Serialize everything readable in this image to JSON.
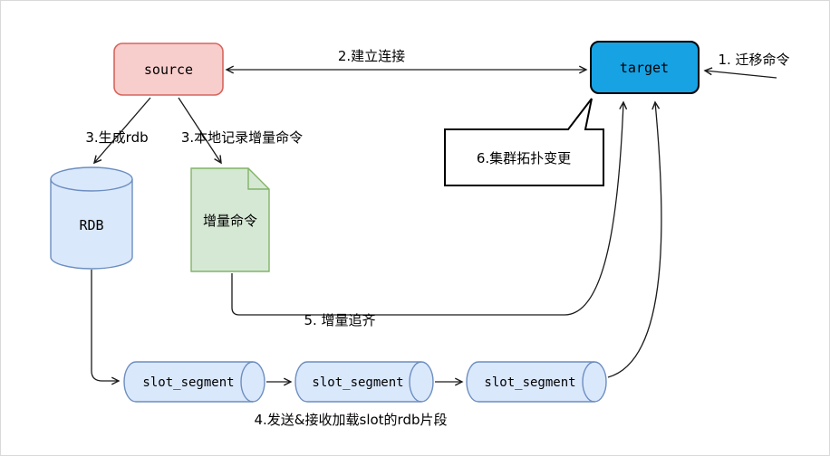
{
  "colors": {
    "source_fill": "#f8cecc",
    "source_stroke": "#d6655e",
    "target_fill": "#17a2e3",
    "target_stroke": "#000000",
    "cylinder_fill": "#dae8fc",
    "cylinder_stroke": "#6c8ebf",
    "document_fill": "#d5e8d4",
    "document_stroke": "#82b366",
    "callout_fill": "#ffffff",
    "callout_stroke": "#000000",
    "line": "#1a1a1a"
  },
  "nodes": {
    "source": {
      "label": "source"
    },
    "target": {
      "label": "target"
    },
    "rdb": {
      "label": "RDB"
    },
    "incremental_doc": {
      "label": "增量命令"
    },
    "callout": {
      "label": "6.集群拓扑变更"
    },
    "slots": [
      {
        "label": "slot_segment"
      },
      {
        "label": "slot_segment"
      },
      {
        "label": "slot_segment"
      }
    ]
  },
  "labels": {
    "step1": "1. 迁移命令",
    "step2": "2.建立连接",
    "step3a": "3.生成rdb",
    "step3b": "3.本地记录增量命令",
    "step4": "4.发送&接收加载slot的rdb片段",
    "step5": "5. 增量追齐"
  }
}
